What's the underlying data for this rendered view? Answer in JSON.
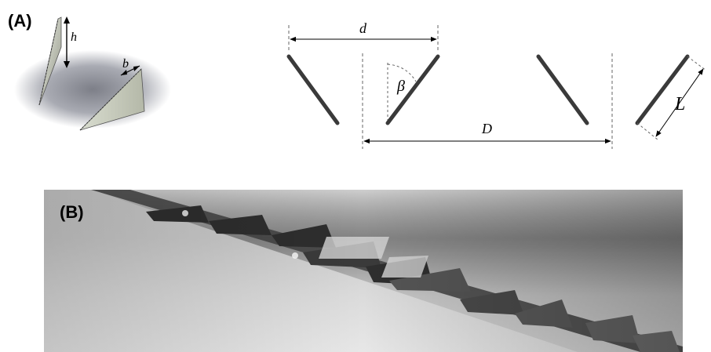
{
  "figure": {
    "panel_a": {
      "label": "(A)",
      "sketch_labels": {
        "height": "h",
        "base": "b"
      },
      "schematic_labels": {
        "spacing_small": "d",
        "angle": "β",
        "spacing_large": "D",
        "length": "L"
      }
    },
    "panel_b": {
      "label": "(B)"
    }
  }
}
